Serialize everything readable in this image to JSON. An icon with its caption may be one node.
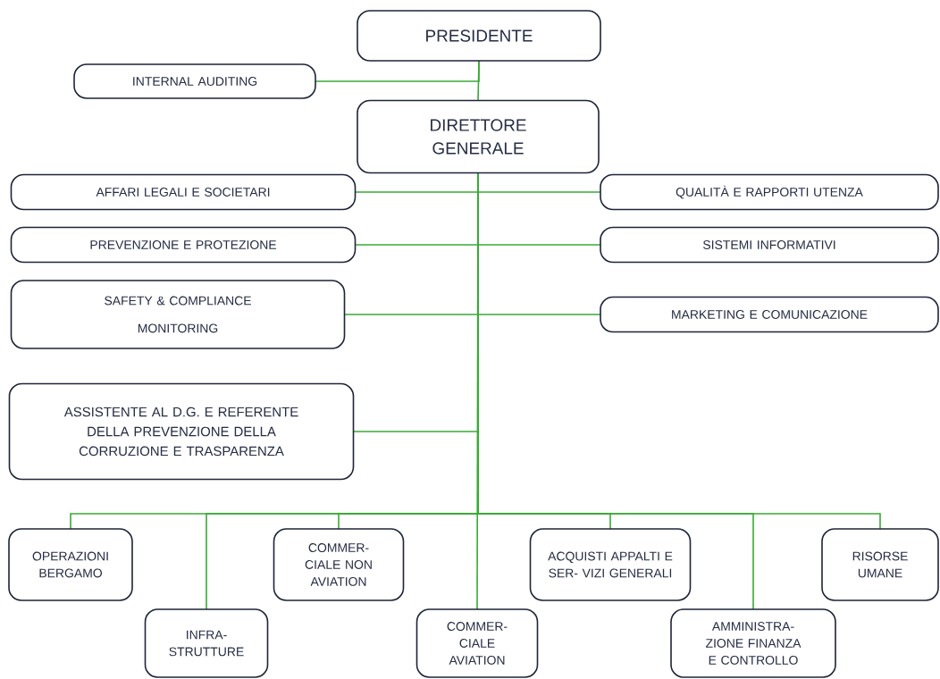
{
  "diagram": {
    "nodes": [
      {
        "text": [
          "PRESIDENTE"
        ]
      },
      {
        "text": [
          "INTERNAL AUDITING"
        ]
      },
      {
        "text": [
          "DIRETTORE GENERALE"
        ]
      },
      {
        "text": [
          "AFFARI LEGALI E SOCIETARI"
        ]
      },
      {
        "text": [
          "QUALITÀ E RAPPORTI UTENZA"
        ]
      },
      {
        "text": [
          "PREVENZIONE E PROTEZIONE"
        ]
      },
      {
        "text": [
          "SISTEMI INFORMATIVI"
        ]
      },
      {
        "text": [
          "SAFETY & COMPLIANCE MONITORING"
        ]
      },
      {
        "text": [
          "MARKETING E COMUNICAZIONE"
        ]
      },
      {
        "text": [
          "ASSISTENTE AL D.G. E REFERENTE DELLA PREVENZIONE DELLA CORRUZIONE E TRASPARENZA"
        ]
      },
      {
        "text": [
          "OPERAZIONI BERGAMO"
        ]
      },
      {
        "text": [
          "INFRA- STRUTTURE"
        ]
      },
      {
        "text": [
          "COMMER- CIALE NON AVIATION"
        ]
      },
      {
        "text": [
          "COMMER- CIALE AVIATION"
        ]
      },
      {
        "text": [
          "ACQUISTI APPALTI E SER- VIZI GENERALI"
        ]
      },
      {
        "text": [
          "AMMINISTRA- ZIONE FINANZA E CONTROLLO"
        ]
      },
      {
        "text": [
          "RISORSE UMANE"
        ]
      }
    ],
    "edges": [
      {
        "from": 0,
        "to": 2,
        "arrow": "none"
      },
      {
        "from": 0,
        "to": 1,
        "arrow": "none"
      },
      {
        "from": 2,
        "to": 3,
        "arrow": "none"
      },
      {
        "from": 2,
        "to": 4,
        "arrow": "none"
      },
      {
        "from": 2,
        "to": 5,
        "arrow": "none"
      },
      {
        "from": 2,
        "to": 6,
        "arrow": "none"
      },
      {
        "from": 2,
        "to": 7,
        "arrow": "none"
      },
      {
        "from": 2,
        "to": 8,
        "arrow": "none"
      },
      {
        "from": 2,
        "to": 9,
        "arrow": "none"
      },
      {
        "from": 2,
        "to": 10,
        "arrow": "none"
      },
      {
        "from": 2,
        "to": 11,
        "arrow": "none"
      },
      {
        "from": 2,
        "to": 12,
        "arrow": "none"
      },
      {
        "from": 2,
        "to": 13,
        "arrow": "none"
      },
      {
        "from": 2,
        "to": 14,
        "arrow": "none"
      },
      {
        "from": 2,
        "to": 15,
        "arrow": "none"
      },
      {
        "from": 2,
        "to": 16,
        "arrow": "none"
      }
    ]
  }
}
